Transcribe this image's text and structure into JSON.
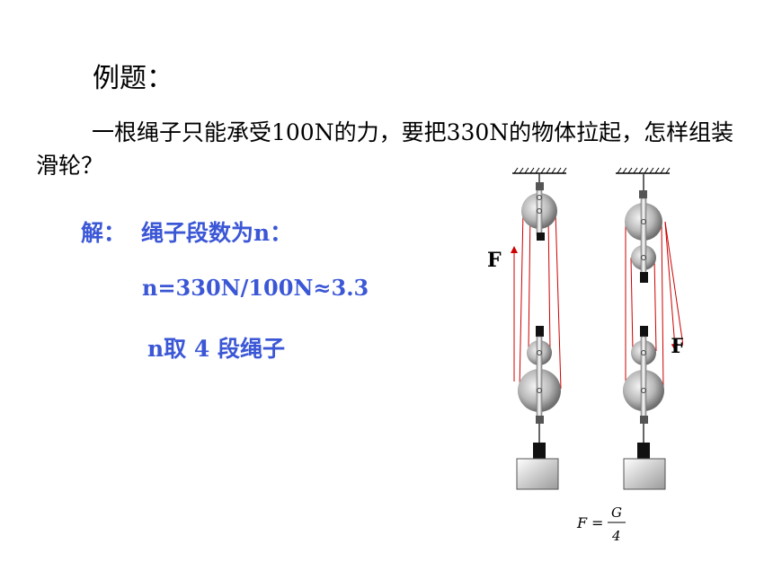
{
  "title": "例题：",
  "problem": "一根绳子只能承受100N的力，要把330N的物体拉起，怎样组装滑轮？",
  "solution": {
    "label": "解：",
    "intro": "绳子段数为n：",
    "formula": "n=330N/100N≈3.3",
    "answer": "n取 4 段绳子"
  },
  "diagram": {
    "force_left": "F",
    "force_right": "F"
  },
  "equation": {
    "lhs": "F",
    "eq": "=",
    "numerator": "G",
    "denominator": "4"
  },
  "colors": {
    "text_blue": "#3b57d6",
    "rope_red": "#cc0000"
  }
}
